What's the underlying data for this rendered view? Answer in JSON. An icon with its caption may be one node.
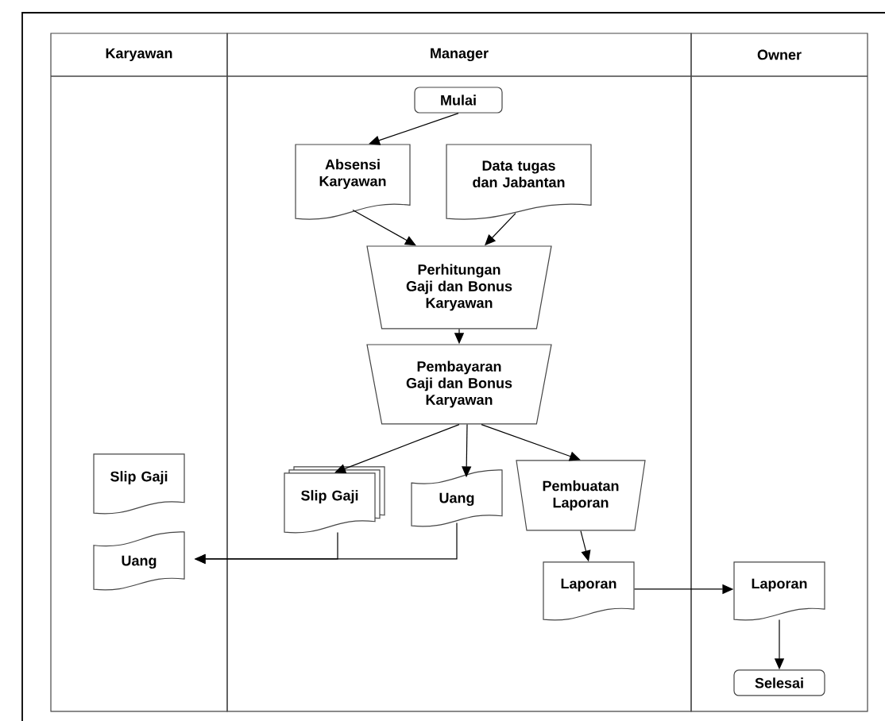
{
  "diagram": {
    "nodes": [
      {
        "text": [
          "Karyawan"
        ]
      },
      {
        "text": [
          "Manager"
        ]
      },
      {
        "text": [
          "Owner"
        ]
      },
      {
        "text": [
          "Mulai"
        ],
        "in": 1
      },
      {
        "text": [
          "Absensi Karyawan"
        ],
        "in": 1
      },
      {
        "text": [
          "Data tugas dan Jabantan"
        ],
        "in": 1
      },
      {
        "text": [
          "Perhitungan Gaji dan Bonus Karyawan"
        ],
        "in": 1
      },
      {
        "text": [
          "Pembayaran Gaji dan Bonus Karyawan"
        ],
        "in": 1
      },
      {
        "text": [
          "Slip Gaji"
        ],
        "in": 0
      },
      {
        "text": [
          "Slip Gaji"
        ],
        "in": 1
      },
      {
        "text": [
          "Uang"
        ],
        "in": 1
      },
      {
        "text": [
          "Pembuatan Laporan"
        ],
        "in": 1
      },
      {
        "text": [
          "Uang"
        ],
        "in": 0
      },
      {
        "text": [
          "Laporan"
        ],
        "in": 1
      },
      {
        "text": [
          "Laporan"
        ],
        "in": 2
      },
      {
        "text": [
          "Selesai"
        ],
        "in": 2
      }
    ],
    "edges": [
      {
        "from": 3,
        "to": 4,
        "arrow": "to"
      },
      {
        "from": 4,
        "to": 6,
        "arrow": "to"
      },
      {
        "from": 5,
        "to": 6,
        "arrow": "to"
      },
      {
        "from": 6,
        "to": 7,
        "arrow": "to"
      },
      {
        "from": 7,
        "to": 9,
        "arrow": "to"
      },
      {
        "from": 7,
        "to": 10,
        "arrow": "to"
      },
      {
        "from": 7,
        "to": 11,
        "arrow": "to"
      },
      {
        "from": 11,
        "to": 13,
        "arrow": "to"
      },
      {
        "from": 13,
        "to": 14,
        "arrow": "to"
      },
      {
        "from": 14,
        "to": 15,
        "arrow": "to"
      },
      {
        "from": 9,
        "to": 12,
        "arrow": "to"
      },
      {
        "from": 10,
        "to": 12,
        "arrow": "to"
      }
    ]
  }
}
